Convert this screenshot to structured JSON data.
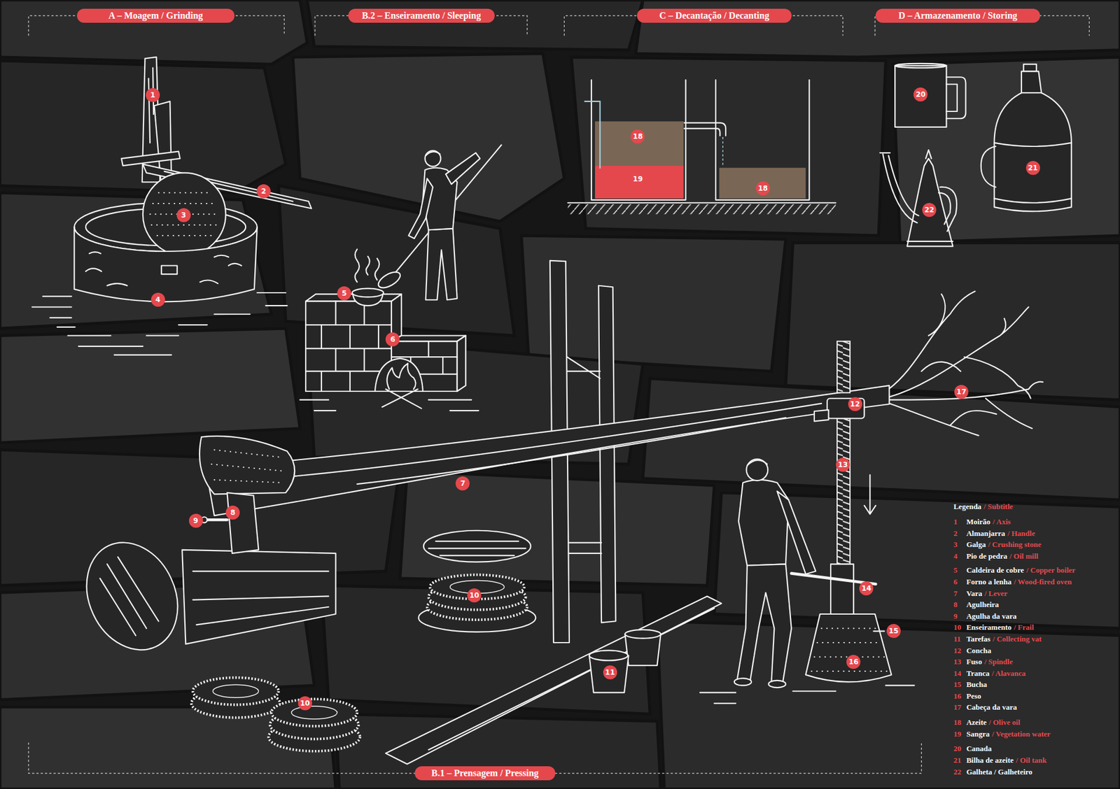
{
  "diagram": {
    "nodes": [
      {
        "text": [
          "A – Moagem / Grinding"
        ]
      },
      {
        "text": [
          "1"
        ]
      },
      {
        "text": [
          "2"
        ]
      },
      {
        "text": [
          "3"
        ]
      },
      {
        "text": [
          "4"
        ]
      },
      {
        "text": [
          "B.2 – Enseiramento / Sleeping"
        ]
      },
      {
        "text": [
          "5"
        ]
      },
      {
        "text": [
          "6"
        ]
      },
      {
        "text": [
          "C – Decantação / Decanting"
        ]
      },
      {
        "text": [
          "18"
        ]
      },
      {
        "text": [
          "19"
        ]
      },
      {
        "text": [
          "18"
        ]
      },
      {
        "text": [
          "D – Armazenamento / Storing"
        ]
      },
      {
        "text": [
          "20"
        ]
      },
      {
        "text": [
          "21"
        ]
      },
      {
        "text": [
          "22"
        ]
      },
      {
        "text": [
          "B.1 – Prensagem / Pressing"
        ]
      },
      {
        "text": [
          "7"
        ]
      },
      {
        "text": [
          "8"
        ]
      },
      {
        "text": [
          "9"
        ]
      },
      {
        "text": [
          "10"
        ]
      },
      {
        "text": [
          "10"
        ]
      },
      {
        "text": [
          "11"
        ]
      },
      {
        "text": [
          "12"
        ]
      },
      {
        "text": [
          "13"
        ]
      },
      {
        "text": [
          "14"
        ]
      },
      {
        "text": [
          "15"
        ]
      },
      {
        "text": [
          "16"
        ]
      },
      {
        "text": [
          "17"
        ]
      }
    ],
    "labels": [
      "Legenda",
      "/ Subtitle",
      "1",
      "Moirão",
      "/ Axis",
      "2",
      "Almanjarra",
      "/ Handle",
      "3",
      "Galga",
      "/ Crushing stone",
      "4",
      "Pio de pedra",
      "/ Oil mill",
      "5",
      "Caldeira de cobre",
      "/ Copper boiler",
      "6",
      "Forno a lenha",
      "/ Wood-fired oven",
      "7",
      "Vara",
      "/ Lever",
      "8",
      "Agulheira",
      "9",
      "Agulha da vara",
      "10",
      "Enseiramento",
      "/ Frail",
      "11",
      "Tarefas",
      "/ Collecting vat",
      "12",
      "Concha",
      "13",
      "Fuso",
      "/ Spindle",
      "14",
      "Tranca",
      "/ Alavanca",
      "15",
      "Bucha",
      "16",
      "Peso",
      "17",
      "Cabeça da vara",
      "18",
      "Azeite",
      "/ Olive oil",
      "19",
      "Sangra",
      "/ Vegetation water",
      "20",
      "Canada",
      "21",
      "Bilha de azeite",
      "/ Oil tank",
      "22",
      "Galheta / Galheteiro"
    ]
  }
}
